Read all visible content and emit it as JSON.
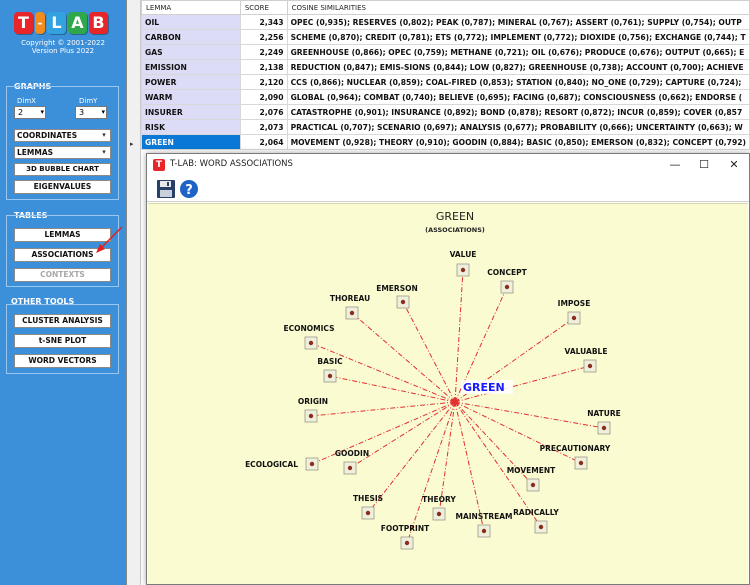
{
  "logo": {
    "letters": [
      "T",
      "-",
      "L",
      "A",
      "B"
    ]
  },
  "copyright": "Copyright © 2001-2022",
  "version": "Version  Plus 2022",
  "graphs": {
    "title": "GRAPHS",
    "dimx_label": "DimX",
    "dimx_value": "2",
    "dimy_label": "DimY",
    "dimy_value": "3",
    "coordinates": "COORDINATES",
    "lemmas": "LEMMAS",
    "bubble": "3D BUBBLE CHART",
    "bubble_prefix": "3D",
    "eigenvalues": "EIGENVALUES"
  },
  "tables": {
    "title": "TABLES",
    "lemmas": "LEMMAS",
    "associations": "ASSOCIATIONS",
    "contexts": "CONTEXTS"
  },
  "other_tools": {
    "title": "OTHER TOOLS",
    "cluster": "CLUSTER ANALYSIS",
    "tsne": "t-SNE PLOT",
    "word_vectors": "WORD VECTORS"
  },
  "grid": {
    "headers": [
      "LEMMA",
      "SCORE",
      "COSINE SIMILARITIES"
    ],
    "rows": [
      {
        "lemma": "OIL",
        "score": "2,343",
        "sims": "OPEC (0,935); RESERVES (0,802); PEAK (0,787); MINERAL (0,767); ASSERT (0,761); SUPPLY (0,754); OUTP"
      },
      {
        "lemma": "CARBON",
        "score": "2,256",
        "sims": "SCHEME (0,870); CREDIT (0,781); ETS (0,772); IMPLEMENT (0,772); DIOXIDE (0,756); EXCHANGE (0,744); T"
      },
      {
        "lemma": "GAS",
        "score": "2,249",
        "sims": "GREENHOUSE (0,866); OPEC (0,759); METHANE (0,721); OIL (0,676); PRODUCE (0,676); OUTPUT (0,665); E"
      },
      {
        "lemma": "EMISSION",
        "score": "2,138",
        "sims": "REDUCTION (0,847); EMIS-SIONS (0,844); LOW (0,827); GREENHOUSE (0,738); ACCOUNT (0,700); ACHIEVE"
      },
      {
        "lemma": "POWER",
        "score": "2,120",
        "sims": "CCS (0,866); NUCLEAR (0,859); COAL-FIRED (0,853); STATION (0,840); NO_ONE (0,729); CAPTURE (0,724);"
      },
      {
        "lemma": "WARM",
        "score": "2,090",
        "sims": "GLOBAL (0,964); COMBAT (0,740); BELIEVE (0,695); FACING (0,687); CONSCIOUSNESS (0,662); ENDORSE ("
      },
      {
        "lemma": "INSURER",
        "score": "2,076",
        "sims": "CATASTROPHE (0,901); INSURANCE (0,892); BOND (0,878); RESORT (0,872); INCUR (0,859); COVER (0,857"
      },
      {
        "lemma": "RISK",
        "score": "2,073",
        "sims": "PRACTICAL (0,707); SCENARIO (0,697); ANALYSIS (0,677); PROBABILITY (0,666); UNCERTAINTY (0,663); W"
      },
      {
        "lemma": "GREEN",
        "score": "2,064",
        "sims": "MOVEMENT (0,928); THEORY (0,910); GOODIN (0,884); BASIC (0,850); EMERSON (0,832); CONCEPT (0,792)"
      }
    ],
    "selected_index": 8,
    "row_pointer": "▸"
  },
  "dialog": {
    "title": "T-LAB: WORD ASSOCIATIONS",
    "icon_letter": "T",
    "minimize": "—",
    "maximize": "☐",
    "close": "✕"
  },
  "chart_data": {
    "type": "network",
    "title": "GREEN",
    "subtitle": "(ASSOCIATIONS)",
    "center": "GREEN",
    "colors": {
      "center": "#1a1aff",
      "lines": "#e03030",
      "node": "#8b2d1e",
      "background": "#fbfbd2"
    },
    "nodes": [
      {
        "label": "VALUE"
      },
      {
        "label": "CONCEPT"
      },
      {
        "label": "EMERSON"
      },
      {
        "label": "THOREAU"
      },
      {
        "label": "IMPOSE"
      },
      {
        "label": "ECONOMICS"
      },
      {
        "label": "VALUABLE"
      },
      {
        "label": "BASIC"
      },
      {
        "label": "ORIGIN"
      },
      {
        "label": "NATURE"
      },
      {
        "label": "PRECAUTIONARY"
      },
      {
        "label": "GOODIN"
      },
      {
        "label": "ECOLOGICAL"
      },
      {
        "label": "MOVEMENT"
      },
      {
        "label": "THESIS"
      },
      {
        "label": "THEORY"
      },
      {
        "label": "RADICALLY"
      },
      {
        "label": "MAINSTREAM"
      },
      {
        "label": "FOOTPRINT"
      }
    ]
  }
}
